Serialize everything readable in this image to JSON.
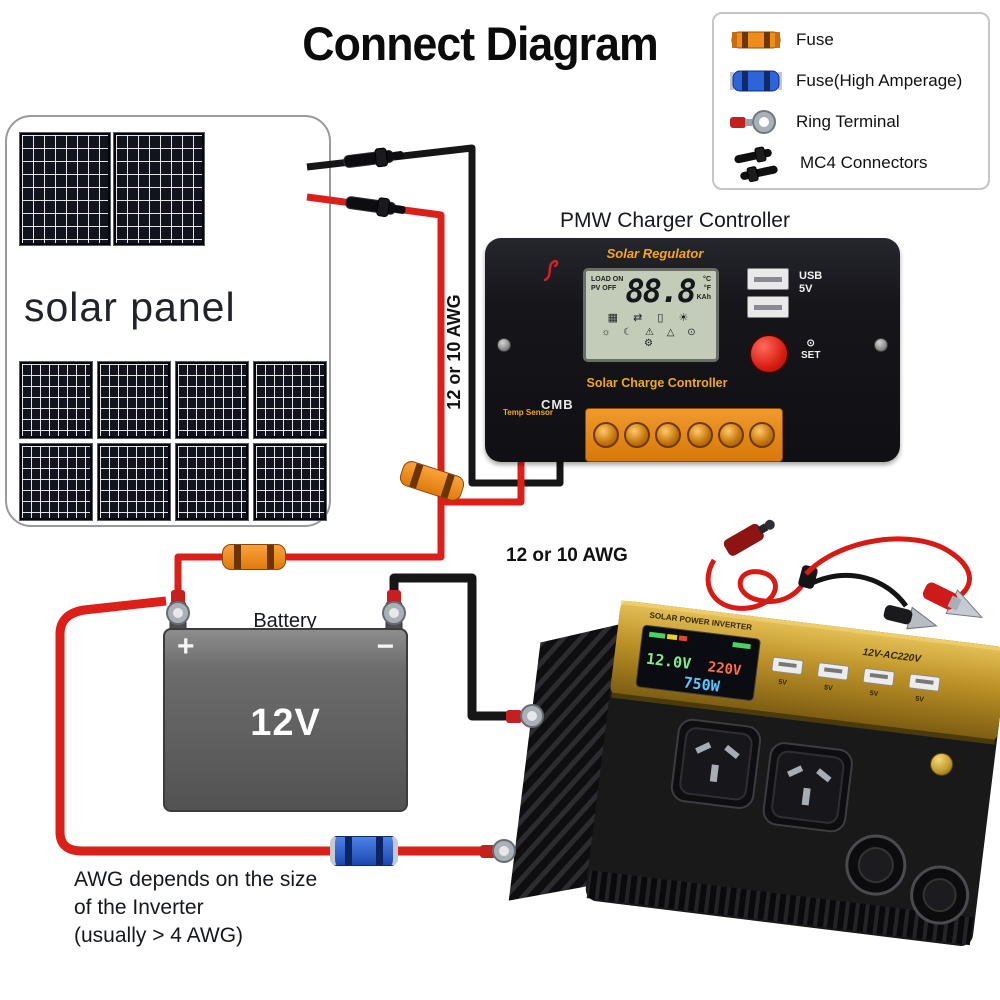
{
  "title": "Connect Diagram",
  "legend": {
    "items": [
      {
        "label": "Fuse"
      },
      {
        "label": "Fuse(High Amperage)"
      },
      {
        "label": "Ring Terminal"
      },
      {
        "label": "MC4 Connectors"
      }
    ]
  },
  "solar_panel": {
    "label": "solar panel"
  },
  "labels": {
    "pv_wire_gauge": "12 or 10 AWG",
    "battery_wire_gauge": "12 or 10 AWG",
    "awg_note": [
      "AWG depends on the size",
      "of the Inverter",
      "(usually > 4 AWG)"
    ]
  },
  "controller": {
    "title": "PMW Charger Controller",
    "top_label": "Solar Regulator",
    "bottom_label": "Solar Charge Controller",
    "model": "CMB",
    "temp_sensor_label": "Temp Sensor",
    "usb_label": "USB",
    "usb_voltage": "5V",
    "power_icon": "⊙",
    "set_label": "SET",
    "lcd": {
      "load_status": "LOAD ON",
      "pv_status": "PV OFF",
      "reading": "88.8",
      "unit_celsius": "°C",
      "unit_fahrenheit": "°F",
      "unit_capacity": "KAh",
      "mid_icons": "▦ ⇄ ▯ ☀",
      "bottom_icons": "☼ ☾ ⚠ △ ⊙ ⚙"
    }
  },
  "battery": {
    "label": "Battery",
    "voltage": "12V",
    "positive": "+",
    "negative": "−"
  },
  "inverter": {
    "brand_line": "SOLAR POWER INVERTER",
    "model_line": "12V-AC220V",
    "display": {
      "dc_volts": "12.0V",
      "ac_volts": "220V",
      "power": "750W"
    },
    "usb_label": "5V"
  },
  "colors": {
    "wire_red": "#dd1f1a",
    "wire_black": "#161616",
    "fuse_orange": "#f08a1e",
    "fuse_blue": "#2d64d8",
    "inverter_gold": "#c9a13b",
    "accent_yellow": "#f2a71d"
  }
}
